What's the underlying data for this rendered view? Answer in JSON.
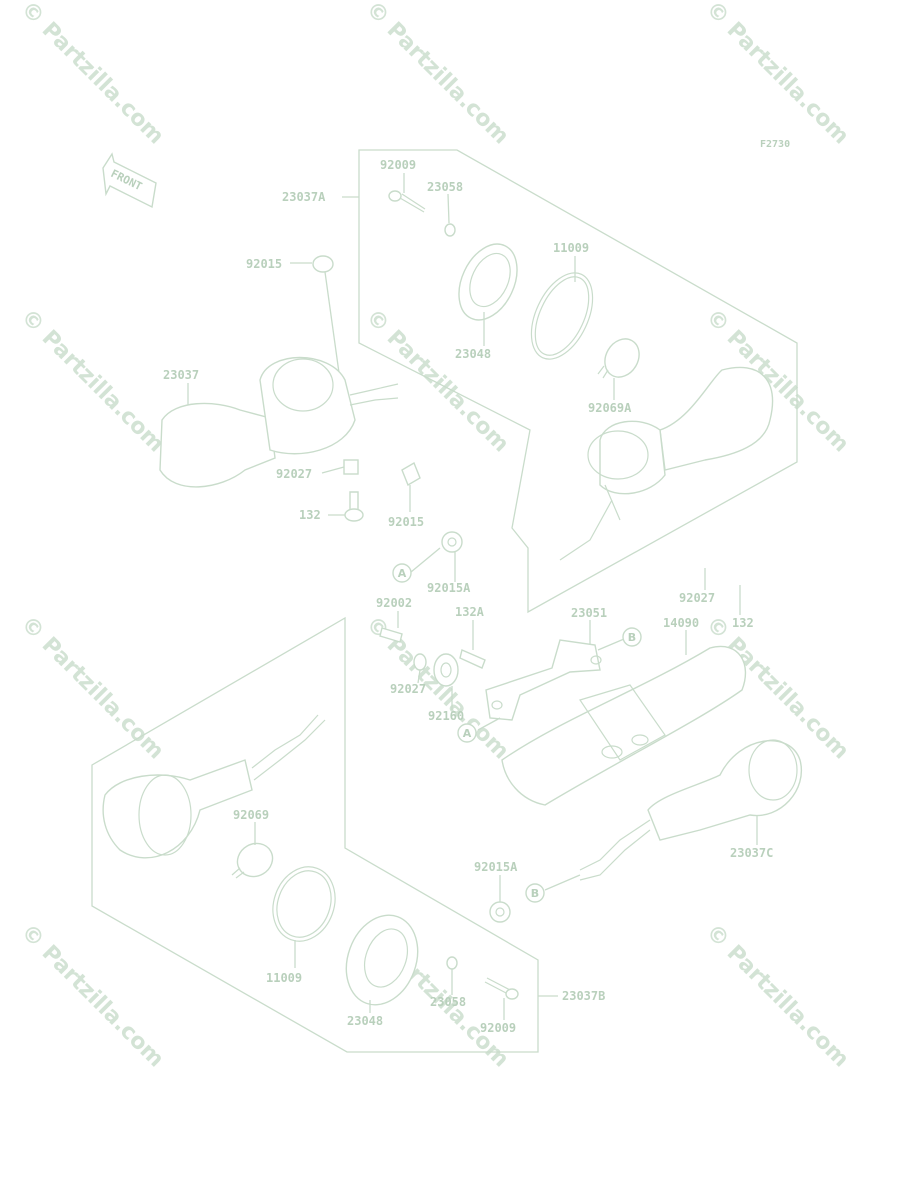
{
  "figure_code": "F2730",
  "watermark": "© Partzilla.com",
  "front_label": "FRONT",
  "circle_markers": {
    "a": "A",
    "b": "B"
  },
  "labels": {
    "l23037A": "23037A",
    "l92009_top": "92009",
    "l23058_top": "23058",
    "l11009_top": "11009",
    "l92015_top": "92015",
    "l23048_top": "23048",
    "l23037": "23037",
    "l92069A": "92069A",
    "l92027_left": "92027",
    "l132_left": "132",
    "l92015_mid": "92015",
    "l92015A_top": "92015A",
    "l92002": "92002",
    "l132A": "132A",
    "l23051": "23051",
    "l14090": "14090",
    "l92027_right": "92027",
    "l132_right": "132",
    "l92027_mid": "92027",
    "l92160": "92160",
    "l92069": "92069",
    "l23037C": "23037C",
    "l92015A_bot": "92015A",
    "l11009_bot": "11009",
    "l23058_bot": "23058",
    "l23037B": "23037B",
    "l23048_bot": "23048",
    "l92009_bot": "92009"
  }
}
